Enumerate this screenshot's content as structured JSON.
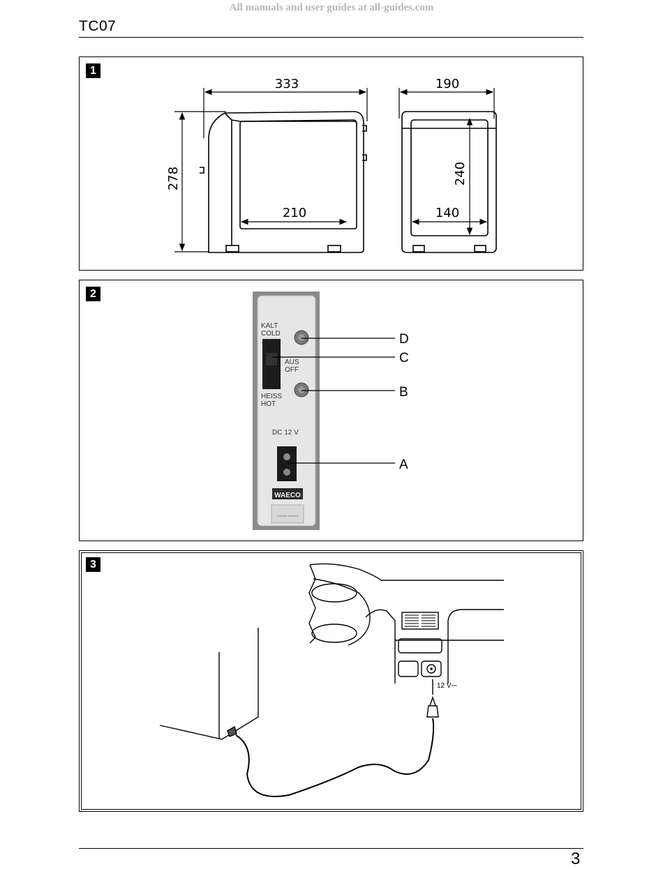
{
  "watermark": "All manuals and user guides at all-guides.com",
  "header": {
    "title": "TC07"
  },
  "panels": [
    {
      "number": "1",
      "dimensions": {
        "width_outer": "333",
        "depth_outer": "190",
        "height_outer": "278",
        "width_inner": "210",
        "depth_inner": "140",
        "height_inner": "240"
      }
    },
    {
      "number": "2",
      "panel_text": {
        "cold": "KALT\nCOLD",
        "kalt": "KALT",
        "cold_en": "COLD",
        "aus": "AUS",
        "off": "OFF",
        "heiss": "HEISS",
        "hot": "HOT",
        "dc": "DC 12 V",
        "brand": "WAECO",
        "tag": "Komfort an Bord"
      },
      "callouts": [
        "D",
        "C",
        "B",
        "A"
      ]
    },
    {
      "number": "3",
      "socket_label": "12 V⎓"
    }
  ],
  "footer": {
    "page_number": "3"
  }
}
